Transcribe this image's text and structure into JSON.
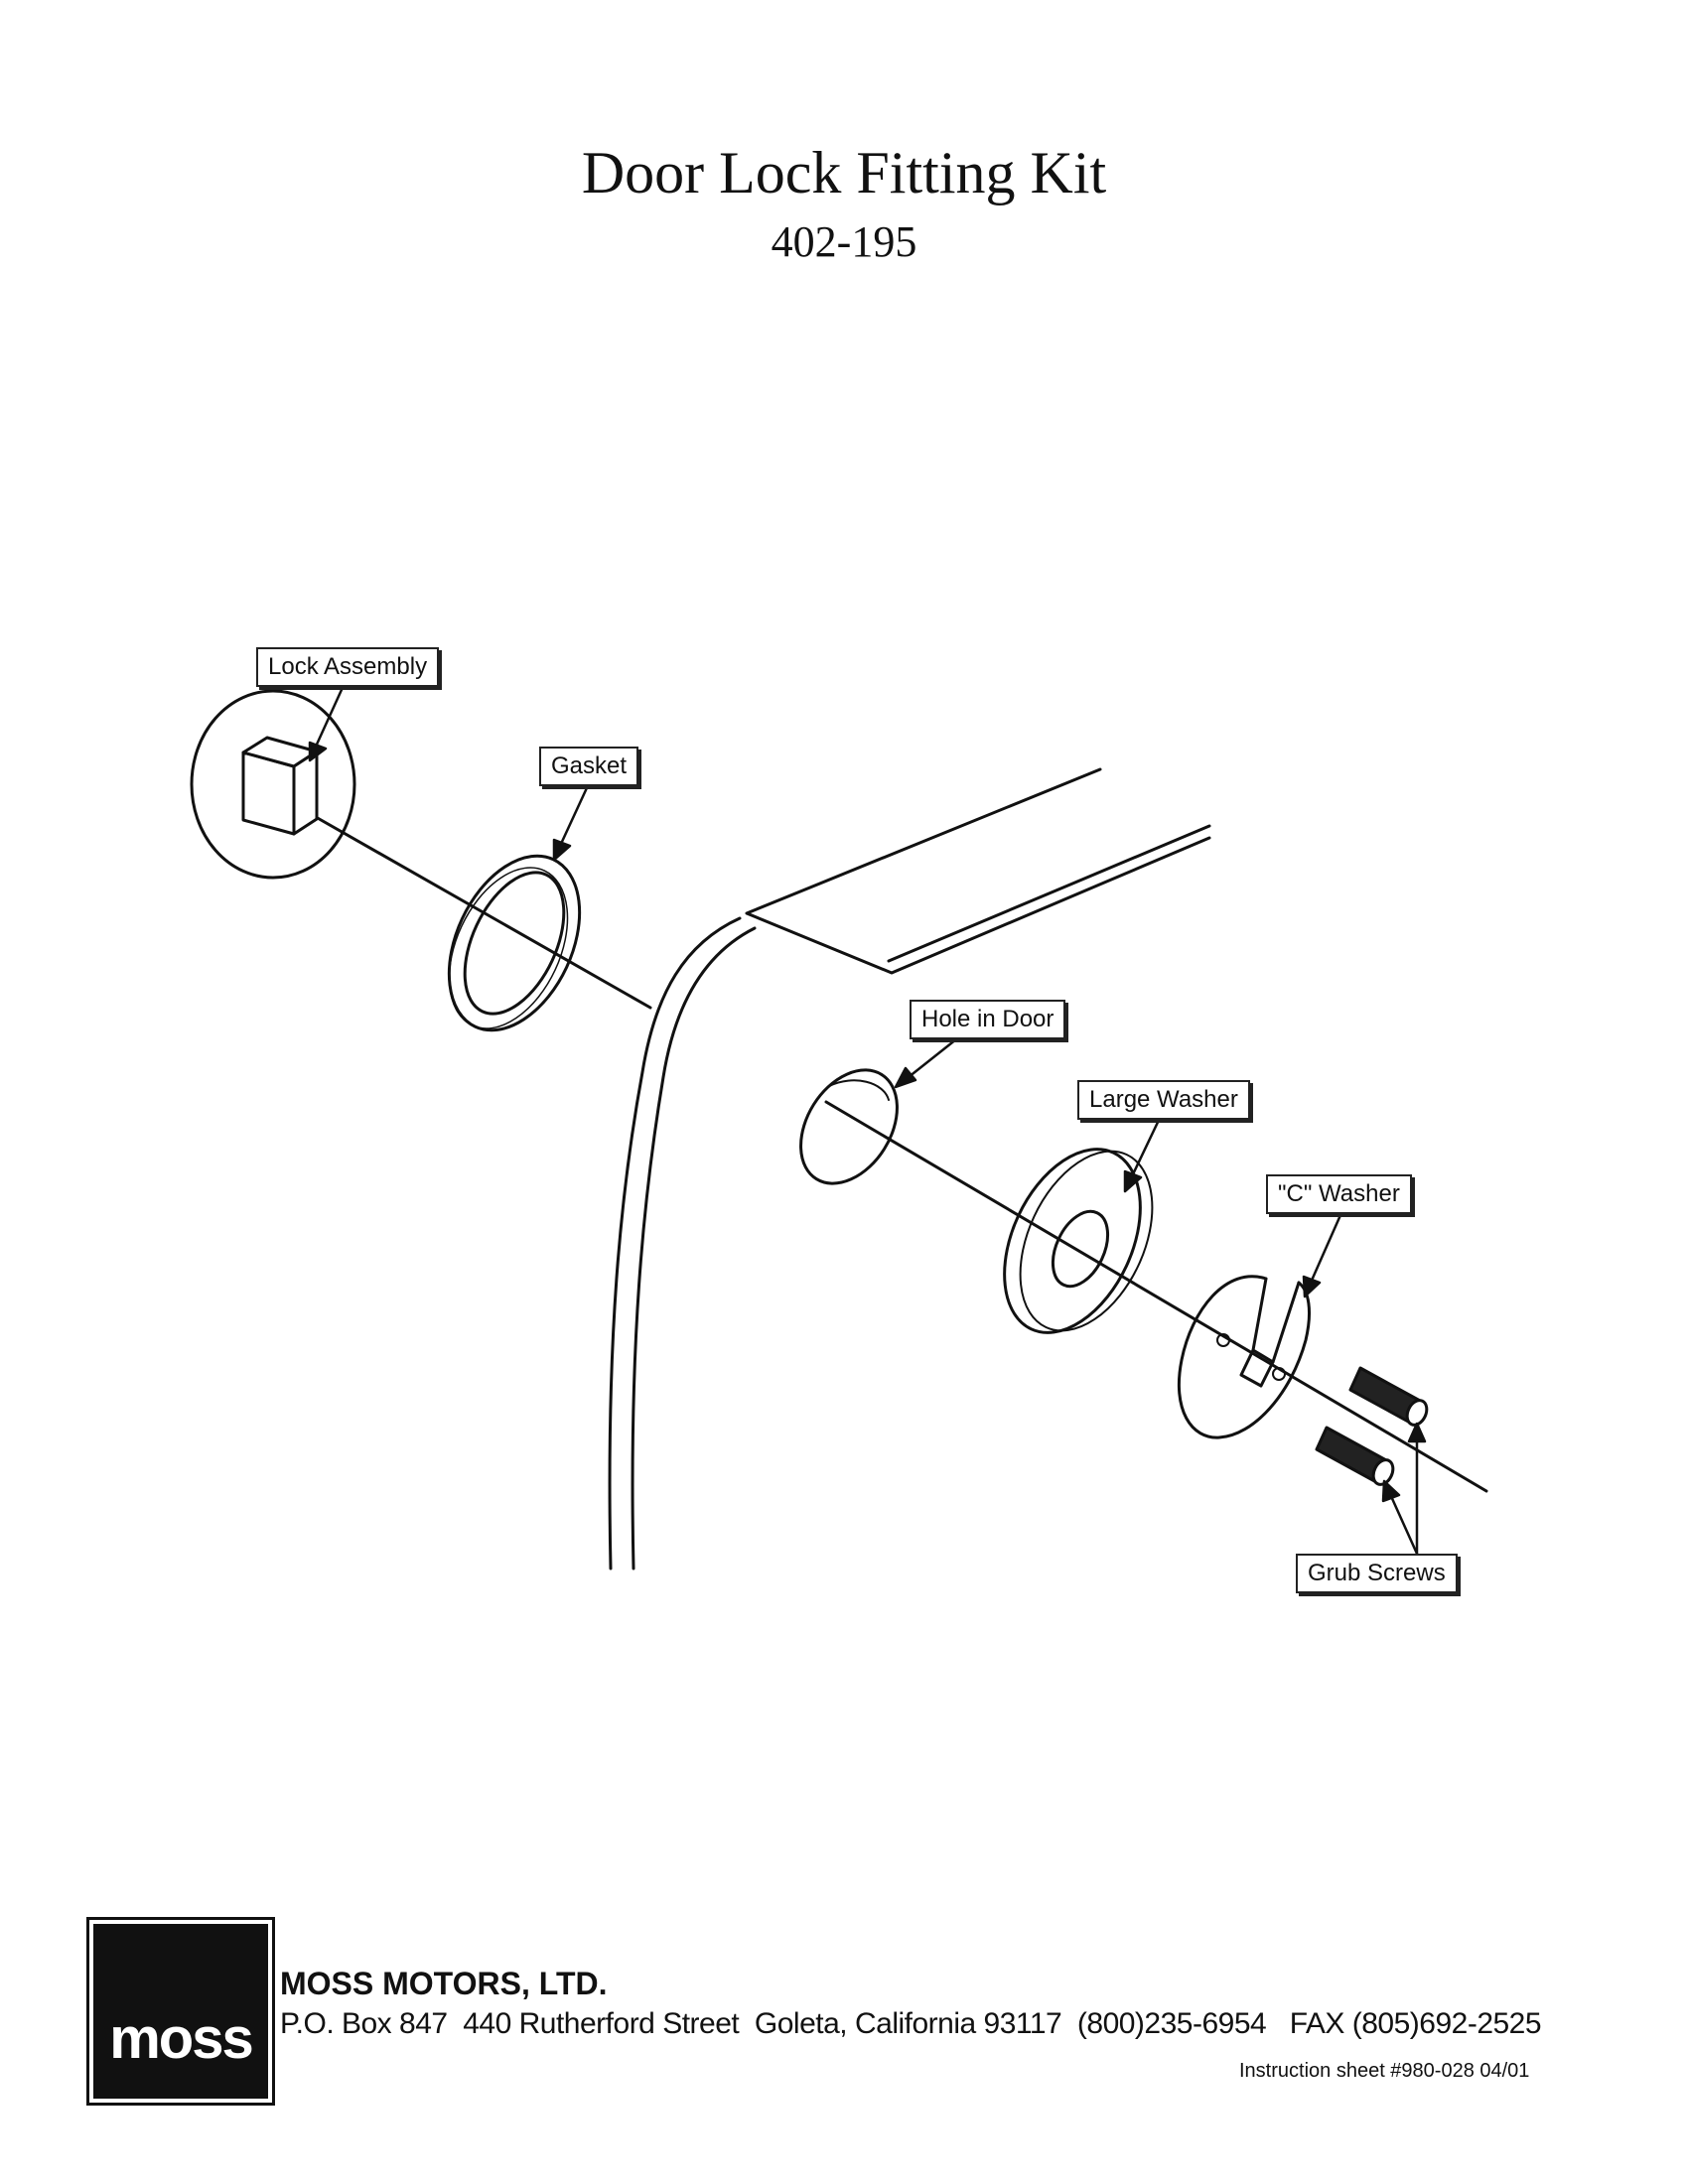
{
  "header": {
    "title": "Door Lock Fitting Kit",
    "part_number": "402-195"
  },
  "labels": {
    "lock_assembly": "Lock Assembly",
    "gasket": "Gasket",
    "hole_in_door": "Hole in Door",
    "large_washer": "Large Washer",
    "c_washer": "\"C\" Washer",
    "grub_screws": "Grub Screws"
  },
  "footer": {
    "logo_text": "moss",
    "company": "MOSS MOTORS, LTD.",
    "address": "P.O. Box 847  440 Rutherford Street  Goleta, California 93117  (800)235-6954   FAX (805)692-2525",
    "instruction_sheet": "Instruction sheet #980-028 04/01"
  }
}
